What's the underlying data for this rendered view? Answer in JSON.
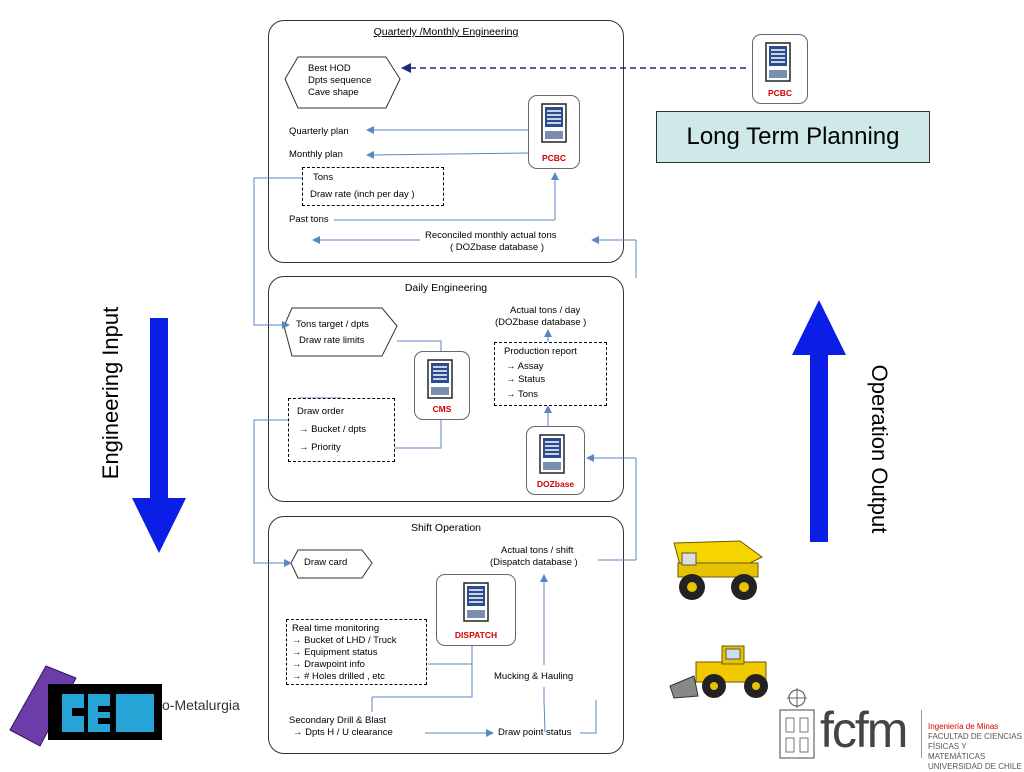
{
  "quarterly": {
    "title": "Quarterly    /Monthly Engineering",
    "hex_lines": [
      "Best HOD",
      "Dpts sequence",
      "Cave shape"
    ],
    "quarterly_plan": "Quarterly plan",
    "monthly_plan": "Monthly plan",
    "tons": "Tons",
    "draw_rate": "Draw rate    (inch per day    )",
    "past_tons": "Past tons",
    "reconciled_1": "Reconciled monthly actual tons",
    "reconciled_2": "( DOZbase database      )",
    "server": "PCBC"
  },
  "ltp": {
    "server": "PCBC",
    "label": "Long Term Planning"
  },
  "daily": {
    "title": "Daily Engineering",
    "tons_target": "Tons target    / dpts",
    "draw_rate_limits": "Draw rate limits",
    "actual_1": "Actual tons    / day",
    "actual_2": "(DOZbase database       )",
    "prod_title": "Production report",
    "prod_items": [
      "→    Assay",
      "→    Status",
      "→    Tons"
    ],
    "draw_order": "Draw order",
    "draw_items": [
      "→  Bucket   / dpts",
      "→  Priority"
    ],
    "cms": "CMS",
    "dozbase": "DOZbase"
  },
  "shift": {
    "title": "Shift Operation",
    "draw_card": "Draw card",
    "actual_1": "Actual tons    / shift",
    "actual_2": "(Dispatch database      )",
    "dispatch": "DISPATCH",
    "rtm": [
      "Real time monitoring",
      "→  Bucket of LHD     / Truck",
      "→  Equipment status",
      "→  Drawpoint info",
      "→  # Holes drilled     , etc"
    ],
    "mucking": "Mucking    & Hauling",
    "secondary": "Secondary Drill     & Blast",
    "dpts": "→  Dpts H   / U clearance",
    "draw_point_status": "Draw point status"
  },
  "side": {
    "engineering_input": "Engineering Input",
    "operation_output": "Operation Output"
  },
  "logos": {
    "left_text": "o-Metalurgia",
    "fcfm": "fcfm",
    "uchile": [
      "Ingeniería de Minas",
      "FACULTAD DE CIENCIAS",
      "FÍSICAS Y MATEMÁTICAS",
      "UNIVERSIDAD DE CHILE"
    ]
  },
  "colors": {
    "arrow_blue": "#0a1ee6",
    "server_label": "#d40000",
    "ltp_fill": "#cfe8e8",
    "connector": "#5b86c4"
  }
}
